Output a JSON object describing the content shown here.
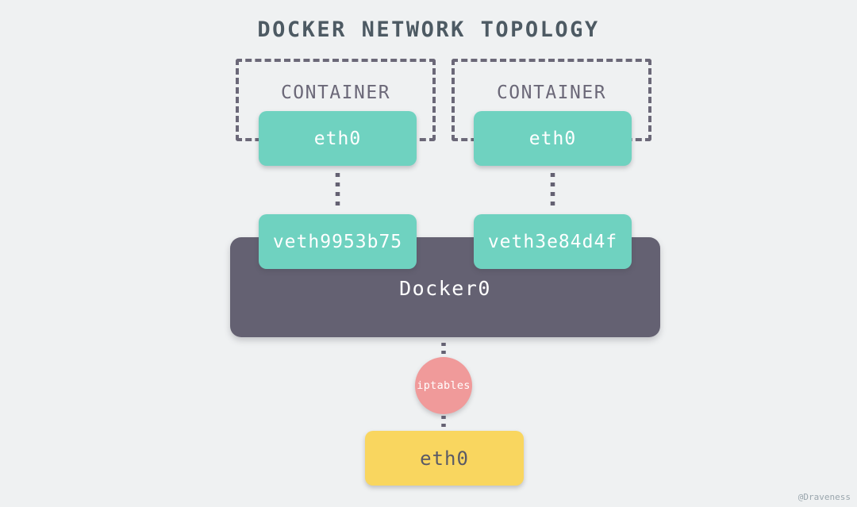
{
  "page": {
    "title": "DOCKER NETWORK TOPOLOGY",
    "background_color": "#eff1f2",
    "watermark": "@Draveness"
  },
  "colors": {
    "title_text": "#4d5a63",
    "container_border": "#6b6878",
    "veth_green": "#6fd2c0",
    "bridge_gray": "#646172",
    "iptables_pink": "#f09a9a",
    "host_yellow": "#f9d65f",
    "arrow_gray": "#646172"
  },
  "containers": [
    {
      "label": "CONTAINER",
      "interface": {
        "label": "eth0",
        "color": "#6fd2c0"
      }
    },
    {
      "label": "CONTAINER",
      "interface": {
        "label": "eth0",
        "color": "#6fd2c0"
      }
    }
  ],
  "veth_pairs": [
    {
      "label": "veth9953b75",
      "color": "#6fd2c0"
    },
    {
      "label": "veth3e84d4f",
      "color": "#6fd2c0"
    }
  ],
  "bridge": {
    "label": "Docker0",
    "color": "#646172"
  },
  "firewall": {
    "label": "iptables",
    "color": "#f09a9a"
  },
  "host_interface": {
    "label": "eth0",
    "color": "#f9d65f"
  },
  "links": [
    {
      "from": "container-1-eth0",
      "to": "veth9953b75",
      "style": "dashed",
      "arrows": "both"
    },
    {
      "from": "container-2-eth0",
      "to": "veth3e84d4f",
      "style": "dashed",
      "arrows": "both"
    },
    {
      "from": "Docker0",
      "to": "iptables",
      "style": "dashed",
      "arrows": "both"
    },
    {
      "from": "iptables",
      "to": "host-eth0",
      "style": "dashed",
      "arrows": "both"
    }
  ]
}
